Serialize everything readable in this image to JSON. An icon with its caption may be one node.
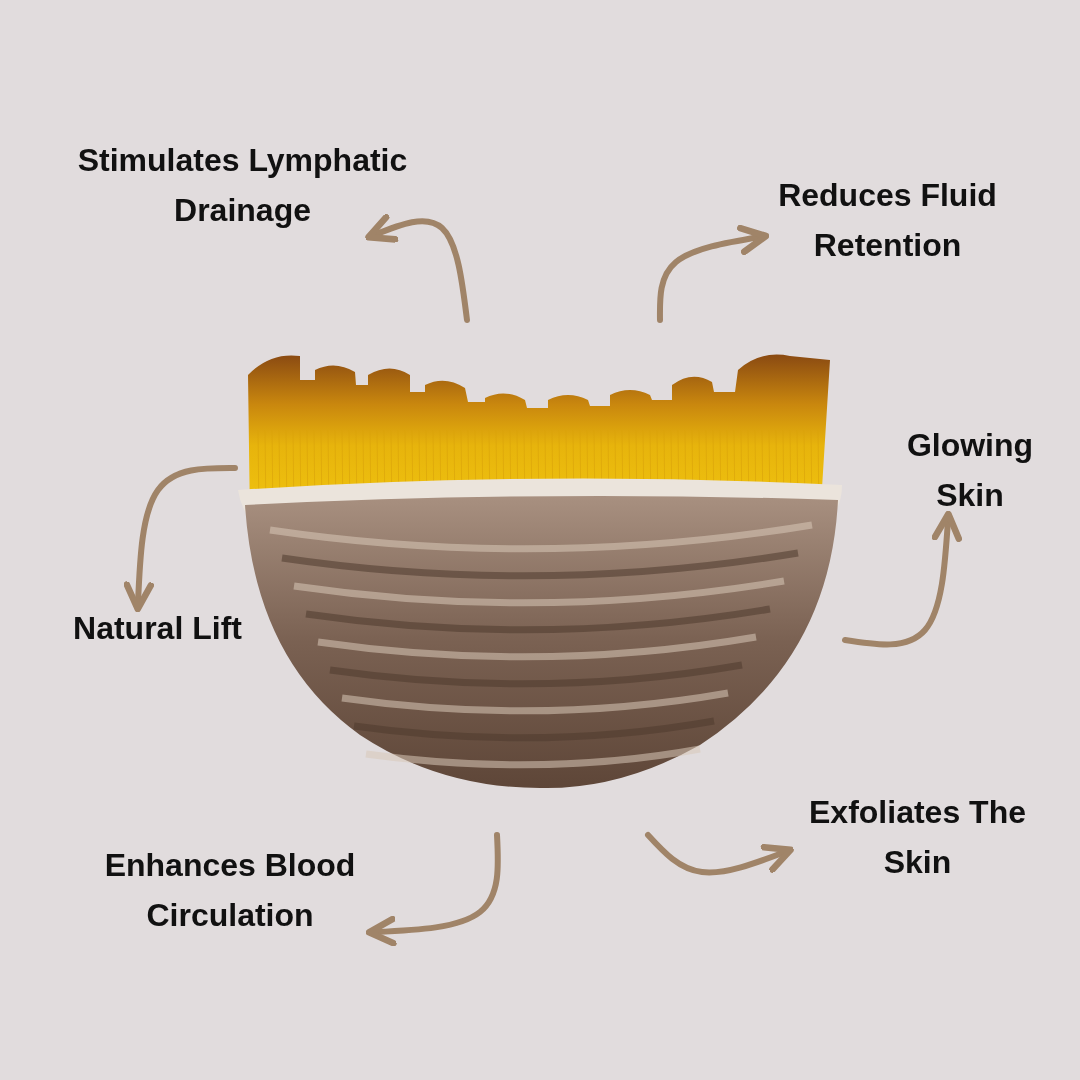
{
  "diagram": {
    "nodes": [
      {
        "text": [],
        "shape": "picture"
      },
      {
        "text": [
          "Stimulates Lymphatic Drainage"
        ]
      },
      {
        "text": [
          "Reduces Fluid Retention"
        ]
      },
      {
        "text": [
          "Glowing Skin"
        ]
      },
      {
        "text": [
          "Natural Lift"
        ]
      },
      {
        "text": [
          "Exfoliates The Skin"
        ]
      },
      {
        "text": [
          "Enhances Blood Circulation"
        ]
      }
    ],
    "edges": [
      {
        "from": 0,
        "to": 1,
        "arrow": "to"
      },
      {
        "from": 0,
        "to": 2,
        "arrow": "to"
      },
      {
        "from": 0,
        "to": 3,
        "arrow": "to"
      },
      {
        "from": 0,
        "to": 4,
        "arrow": "to"
      },
      {
        "from": 0,
        "to": 5,
        "arrow": "to"
      },
      {
        "from": 0,
        "to": 6,
        "arrow": "to"
      }
    ]
  }
}
